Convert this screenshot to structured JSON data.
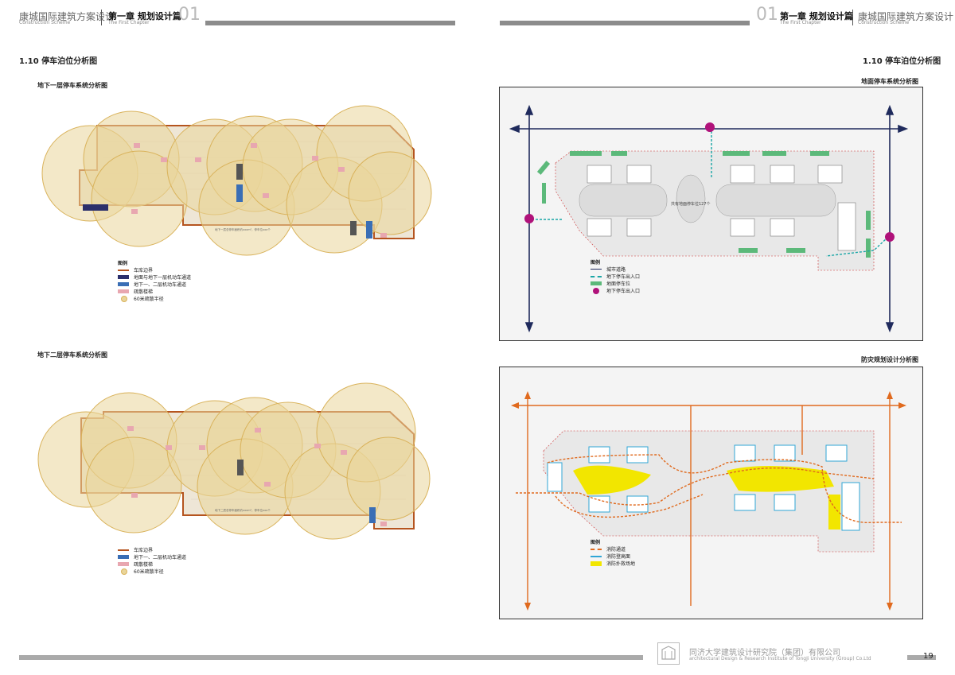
{
  "header": {
    "left_title": "康城国际建筑方案设计",
    "left_sub": "Construction Scheme",
    "left_chapter": "第一章 规划设计篇",
    "left_chapter_sub": "The First Chapter",
    "left_num": "01",
    "right_num": "01",
    "right_chapter": "第一章 规划设计篇",
    "right_chapter_sub": "The First Chapter",
    "right_title": "康城国际建筑方案设计",
    "right_sub": "Construction Scheme"
  },
  "left": {
    "section_title": "1.10  停车泊位分析图",
    "plan1": {
      "title": "地下一层停车系统分析图",
      "legend_title": "图例",
      "legend": [
        "车库边界",
        "地面与地下一层机动车通道",
        "地下一、二层机动车通道",
        "疏散楼梯",
        "60米疏散半径"
      ],
      "note": "地下一层总停车面积约xxxm²，停车位xxx个"
    },
    "plan2": {
      "title": "地下二层停车系统分析图",
      "legend_title": "图例",
      "legend": [
        "车库边界",
        "地下一、二层机动车通道",
        "疏散楼梯",
        "60米疏散半径"
      ],
      "note": "地下二层总停车面积约xxxm²，停车位xxx个"
    }
  },
  "right": {
    "section_title": "1.10  停车泊位分析图",
    "plan3": {
      "title": "地面停车系统分析图",
      "legend_title": "图例",
      "legend": [
        "城市道路",
        "地下停车出入口",
        "地面停车位",
        "地下停车出入口"
      ],
      "center_label": "共有地面停车位127个"
    },
    "plan4": {
      "title": "防灾规划设计分析图",
      "legend_title": "图例",
      "legend": [
        "消防通道",
        "消防登高面",
        "消防扑救场地"
      ]
    }
  },
  "footer": {
    "company": "同济大学建筑设计研究院（集团）有限公司",
    "company_en": "architectural Design & Research Institute of TongJi University (Group) Co.Ltd",
    "page": "19"
  },
  "colors": {
    "garage_boundary": "#b5541f",
    "ground_channel": "#2b2f6b",
    "b12_channel": "#3a6eb5",
    "stair": "#e8a7b0",
    "radius": "#e9d59a",
    "city_road": "#1f2a5c",
    "entrance": "#1aa6a6",
    "ground_parking": "#5cb97a",
    "entrance_dot": "#b0127a",
    "fire_road": "#e06a1e",
    "fire_face": "#2fa6d6",
    "fire_rescue": "#f2e600"
  }
}
